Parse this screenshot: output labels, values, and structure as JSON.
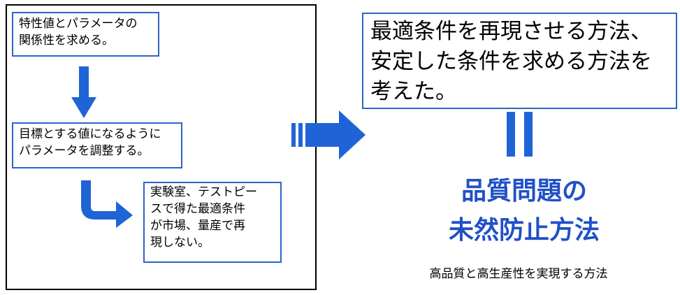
{
  "step1": {
    "line1": "特性値とパラメータの",
    "line2": "関係性を求める。"
  },
  "step2": {
    "line1": "目標とする値になるように",
    "line2": "パラメータを調整する。"
  },
  "step3": {
    "line1": "実験室、テストピー",
    "line2": "スで得た最適条件",
    "line3": "が市場、量産で再",
    "line4": "現しない。"
  },
  "result": {
    "line1": "最適条件を再現させる方法、",
    "line2": "安定した条件を求める方法を",
    "line3": "考えた。"
  },
  "title": {
    "line1": "品質問題の",
    "line2": "未然防止方法"
  },
  "subtitle": "高品質と高生産性を実現する方法",
  "colors": {
    "accent": "#2050c8",
    "arrow": "#1f64d6",
    "border": "#2f63c8"
  }
}
